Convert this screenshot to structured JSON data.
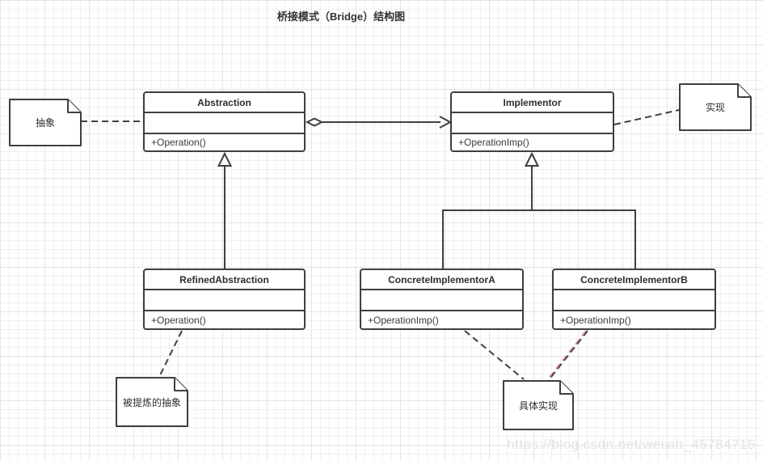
{
  "title": "桥接模式（Bridge）结构图",
  "watermark": "https://blog.csdn.net/weixin_45784715",
  "colors": {
    "box_border": "#3f3f3f",
    "connector": "#3f3f3f",
    "red_dashed_connector": "#c0574d",
    "grid_minor": "#f0f0f0",
    "grid_major": "#e4e4e4",
    "watermark_text": "#e2e2e2"
  },
  "classes": [
    {
      "name": "Abstraction",
      "method": "+Operation()"
    },
    {
      "name": "Implementor",
      "method": "+OperationImp()"
    },
    {
      "name": "RefinedAbstraction",
      "method": "+Operation()"
    },
    {
      "name": "ConcreteImplementorA",
      "method": "+OperationImp()"
    },
    {
      "name": "ConcreteImplementorB",
      "method": "+OperationImp()"
    }
  ],
  "notes": [
    {
      "label": "抽象"
    },
    {
      "label": "实现"
    },
    {
      "label": "被提炼的抽象"
    },
    {
      "label": "具体实现"
    }
  ]
}
